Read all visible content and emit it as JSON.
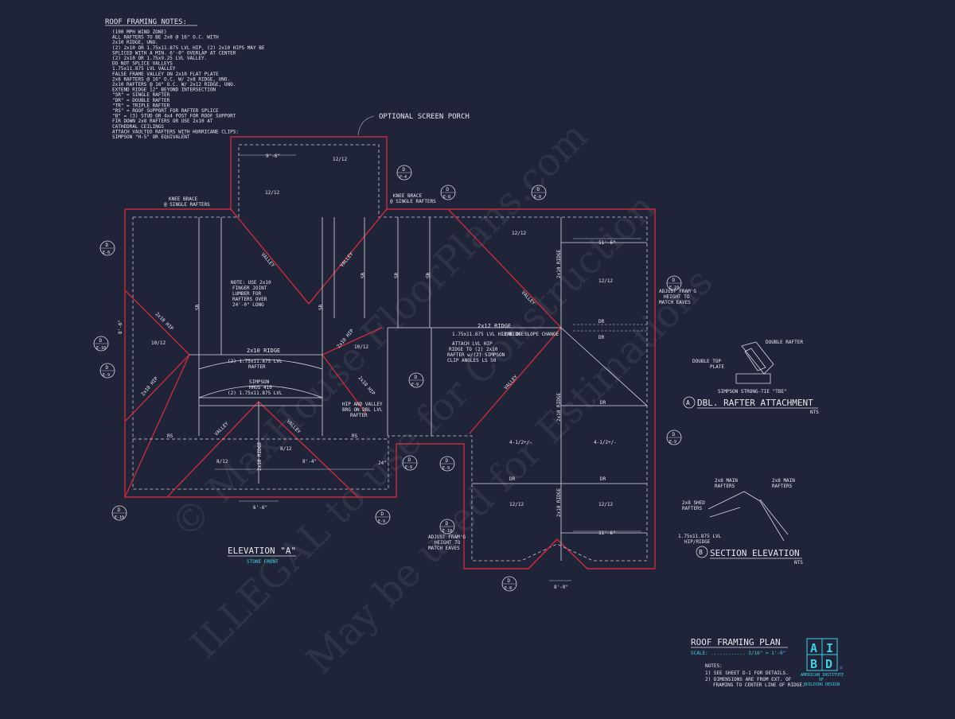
{
  "notes": {
    "title": "ROOF FRAMING NOTES:",
    "lines": [
      "(100 MPH WIND ZONE)",
      "ALL RAFTERS TO BE 2x8 @ 16\" O.C. WITH",
      "2x10 RIDGE, UNO.",
      "(2) 2x10 OR 1.75x11.875 LVL HIP, (2) 2x10 HIPS MAY BE",
      "SPLICED WITH A MIN. 6'-0\" OVERLAP AT CENTER",
      "(2) 2x10 OR 1.75x9.25 LVL VALLEY.",
      "DO NOT SPLICE VALLEYS",
      "1.75x11.875 LVL VALLEY",
      "FALSE FRAME VALLEY ON 2x10 FLAT PLATE",
      "2x6 RAFTERS @ 16\" O.C. W/ 2x8 RIDGE, UNO.",
      "2x10 RAFTERS @ 16\" O.C. W/ 2x12 RIDGE, UNO.",
      "EXTEND RIDGE 12\" BEYOND INTERSECTION",
      "\"SR\" = SINGLE RAFTER",
      "\"DR\" = DOUBLE RAFTER",
      "\"TR\" = TRIPLE RAFTER",
      "\"RS\" = ROOF SUPPORT FOR RAFTER SPLICE",
      "\"B\" = (3) STUD OR 4x4 POST FOR ROOF SUPPORT",
      "FIR DOWN 2x8 RAFTERS OR USE 2x10 AT",
      "CATHEDRAL CEILINGS",
      "ATTACH VAULTED RAFTERS WITH HURRICANE CLIPS:",
      "SIMPSON \"H-5\" OR EQUIVALENT"
    ]
  },
  "labels": {
    "optional_porch": "OPTIONAL SCREEN PORCH",
    "knee_brace": "KNEE BRACE",
    "single_rafters": "@ SINGLE RAFTERS",
    "ridge_2x12": "2x12 RIDGE",
    "ridge_2x10": "2x10 RIDGE",
    "lvl_hip_ridge": "1.75x11.875 LVL HIP/RIDGE",
    "line_slope": "LINE OF SLOPE CHANGE",
    "lvl_rafter": "(2) 1.75x11.875 LVL",
    "rafter": "RAFTER",
    "simpson": "SIMPSON",
    "hhus": "HHUS 410",
    "hip_valley": "HIP AND VALLEY",
    "brg_lvl": "BRG ON DBL LVL",
    "rafter2": "RAFTER",
    "attach_lvl": "ATTACH LVL HIP",
    "attach_2": "RIDGE TO (2) 2x10",
    "attach_3": "RAFTER w/(2) SIMPSON",
    "attach_4": "CLIP ANGLES LS 50",
    "note_use": "NOTE: USE 2x10",
    "note_finger": "FINGER JOINT",
    "note_lumber": "LUMBER FOR",
    "note_rafters": "RAFTERS OVER",
    "note_long": "24'-0\" LONG",
    "adjust_1": "ADJUST FRAM'G",
    "adjust_2": "HEIGHT TO",
    "adjust_3": "MATCH EAVES",
    "valley": "VALLEY",
    "hip": "2x10 HIP",
    "sr": "SR",
    "dr": "DR",
    "rs": "RS",
    "pitch_12_12": "12/12",
    "pitch_8_12": "8/12",
    "pitch_4": "4-1/2+/-",
    "pitch_10_12": "10/12",
    "dim_9_6": "9'-6\"",
    "dim_6_6": "6'-6\"",
    "dim_8_0": "8'-0\"",
    "dim_11_6": "11'-6\"",
    "dim_8_4": "8'-4\"",
    "dim_24": "24\"",
    "dim_8_6": "8'-6\""
  },
  "details": {
    "a_double_rafter": "DOUBLE RAFTER",
    "a_double_top": "DOUBLE TOP",
    "a_plate": "PLATE",
    "a_simpson": "SIMPSON STRONG-TIE \"TBE\"",
    "a_title": "DBL. RAFTER ATTACHMENT",
    "a_nts": "NTS",
    "a_letter": "A",
    "b_main_l": "2x8 MAIN",
    "b_main_r": "2x8 MAIN",
    "b_rafters": "RAFTERS",
    "b_shed": "2x8 SHED",
    "b_shed_r": "RAFTERS",
    "b_lvl": "1.75x11.875 LVL",
    "b_hip": "HIP/RIDGE",
    "b_title": "SECTION ELEVATION",
    "b_nts": "NTS",
    "b_letter": "B"
  },
  "elevation": {
    "title": "ELEVATION \"A\"",
    "subtitle": "STONE FRONT"
  },
  "sheet": {
    "title": "ROOF FRAMING PLAN",
    "scale": "SCALE: ............ 3/16\" = 1'-0\"",
    "notes_head": "NOTES:",
    "note1": "1)  SEE SHEET D-1 FOR DETAILS.",
    "note2": "2)  DIMENSIONS ARE FROM EXT. OF",
    "note2b": "FRAMING TO CENTER LINE OF RIDGE."
  },
  "logo": {
    "a": "A",
    "i": "I",
    "b": "B",
    "d": "D",
    "line1": "AMERICAN INSTITUTE",
    "line2": "OF",
    "line3": "BUILDING DESIGN",
    "reg": "®"
  },
  "markers": {
    "d": "D",
    "e10": "E-10",
    "e9": "E-9",
    "p4": "P-4",
    "e8": "E-8"
  },
  "watermark": {
    "line1": "© MaxHouse FloorPlans.com",
    "line2": "ILLEGAL to use for Construction",
    "line3": "May be used for Estimations"
  }
}
